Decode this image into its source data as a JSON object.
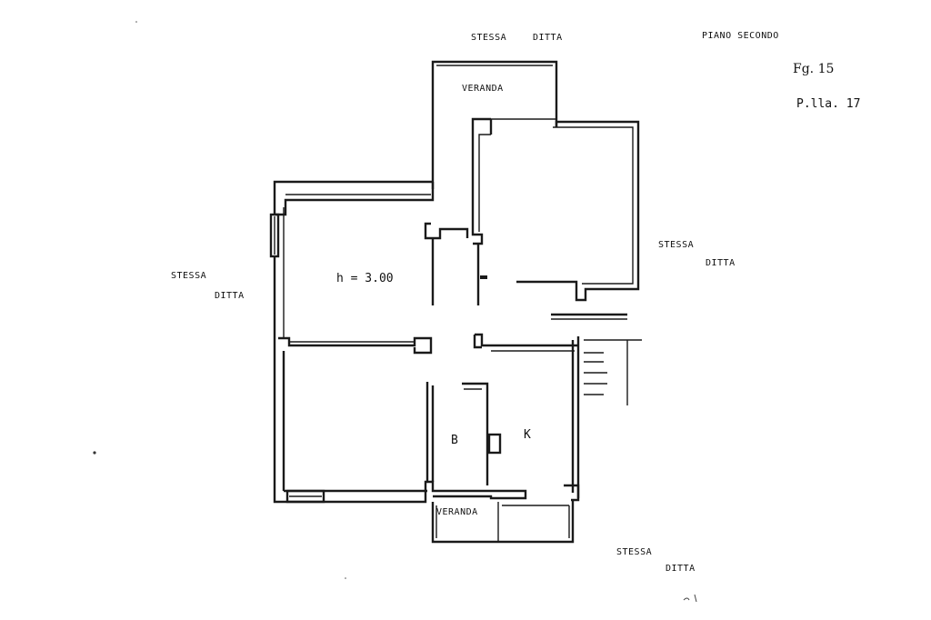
{
  "labels": {
    "top_neighbor_1": "STESSA",
    "top_neighbor_2": "DITTA",
    "floor": "PIANO SECONDO",
    "sheet": "Fg. 15",
    "parcel": "P.lla. 17",
    "left_neighbor_1": "STESSA",
    "left_neighbor_2": "DITTA",
    "right_neighbor_1": "STESSA",
    "right_neighbor_2": "DITTA",
    "bottom_neighbor_1": "STESSA",
    "bottom_neighbor_2": "DITTA",
    "veranda_top": "VERANDA",
    "veranda_bottom": "VERANDA",
    "height": "h = 3.00",
    "room_b": "B",
    "room_k": "K"
  }
}
